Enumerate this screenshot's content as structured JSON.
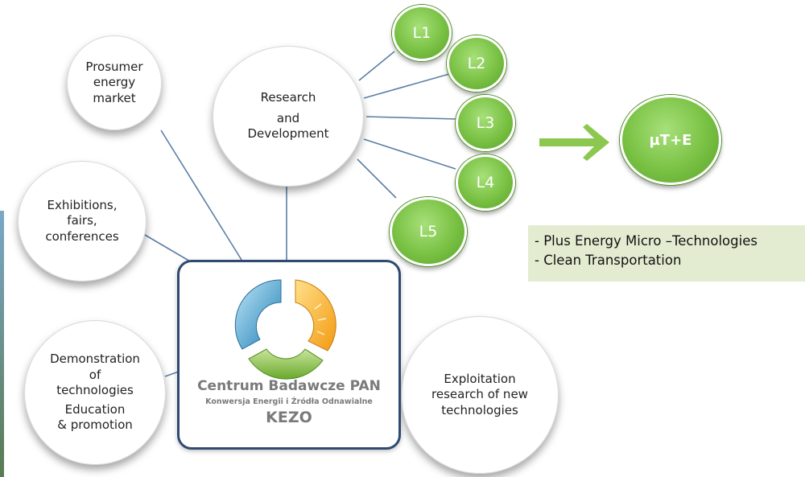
{
  "research": {
    "line1": "Research",
    "line2": "and",
    "line3": "Development"
  },
  "prosumer": {
    "line1": "Prosumer",
    "line2": "energy",
    "line3": "market"
  },
  "exhibitions": {
    "line1": "Exhibitions,",
    "line2": "fairs,",
    "line3": "conferences"
  },
  "demonstration": {
    "line1": "Demonstration",
    "line2": "of",
    "line3": "technologies",
    "line4": "Education",
    "line5": "& promotion"
  },
  "exploitation": {
    "line1": "Exploitation",
    "line2": "research of new",
    "line3": "technologies"
  },
  "labs": [
    "L1",
    "L2",
    "L3",
    "L4",
    "L5"
  ],
  "result": {
    "label": "µT+E"
  },
  "legend": {
    "item1": "- Plus Energy Micro –Technologies",
    "item2": "- Clean Transportation"
  },
  "center": {
    "title": "Centrum Badawcze PAN",
    "subtitle": "Konwersja Energii i Źródła Odnawialne",
    "acronym": "KEZO"
  },
  "colors": {
    "green": "#79c143",
    "arrow": "#8cc850",
    "box_border": "#2f4a72",
    "connector": "#5b7fa6",
    "legend_bg": "#e3ecd1"
  }
}
